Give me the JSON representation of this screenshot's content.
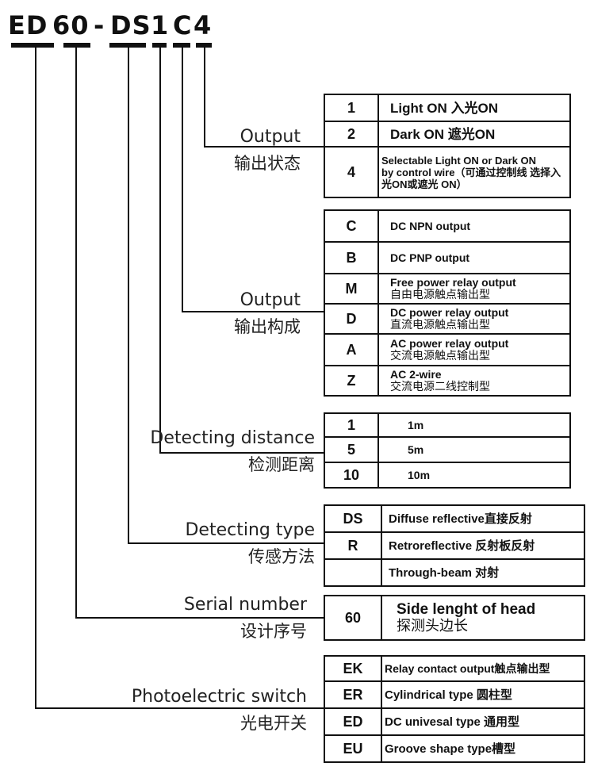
{
  "model_code": {
    "parts": [
      "ED",
      "60",
      "-",
      "DS",
      "1",
      "C",
      "4"
    ]
  },
  "groups": [
    {
      "id": "output-state",
      "label_en": "Output",
      "label_cn": "输出状态",
      "rows": [
        {
          "code": "1",
          "desc": "Light  ON  入光ON",
          "desc2": ""
        },
        {
          "code": "2",
          "desc": "Dark  ON   遮光ON",
          "desc2": ""
        },
        {
          "code": "4",
          "desc": "Selectable  Light ON or Dark ON",
          "desc2": "by control wire（可通过控制线 选择入光ON或遮光 ON）"
        }
      ]
    },
    {
      "id": "output-type",
      "label_en": "Output",
      "label_cn": "输出构成",
      "rows": [
        {
          "code": "C",
          "desc": "DC NPN output",
          "desc2": ""
        },
        {
          "code": "B",
          "desc": "DC PNP output",
          "desc2": ""
        },
        {
          "code": "M",
          "desc": "Free power relay output",
          "desc2": "自由电源触点输出型"
        },
        {
          "code": "D",
          "desc": "DC power relay output",
          "desc2": "直流电源触点输出型"
        },
        {
          "code": "A",
          "desc": "AC power relay output",
          "desc2": "交流电源触点输出型"
        },
        {
          "code": "Z",
          "desc": "AC 2-wire",
          "desc2": "交流电源二线控制型"
        }
      ]
    },
    {
      "id": "detecting-distance",
      "label_en": "Detecting distance",
      "label_cn": "检测距离",
      "rows": [
        {
          "code": "1",
          "desc": "1m",
          "desc2": ""
        },
        {
          "code": "5",
          "desc": "5m",
          "desc2": ""
        },
        {
          "code": "10",
          "desc": "10m",
          "desc2": ""
        }
      ]
    },
    {
      "id": "detecting-type",
      "label_en": "Detecting type",
      "label_cn": "传感方法",
      "rows": [
        {
          "code": "DS",
          "desc": "Diffuse reflective直接反射",
          "desc2": ""
        },
        {
          "code": "R",
          "desc": "Retroreflective  反射板反射",
          "desc2": ""
        },
        {
          "code": "",
          "desc": "Through-beam   对射",
          "desc2": ""
        }
      ]
    },
    {
      "id": "serial-number",
      "label_en": "Serial number",
      "label_cn": "设计序号",
      "rows": [
        {
          "code": "60",
          "desc": "Side lenght of head",
          "desc2": "探测头边长"
        }
      ]
    },
    {
      "id": "photoelectric-switch",
      "label_en": "Photoelectric switch",
      "label_cn": "光电开关",
      "rows": [
        {
          "code": "EK",
          "desc": "Relay contact output触点输出型",
          "desc2": ""
        },
        {
          "code": "ER",
          "desc": "Cylindrical type   圆柱型",
          "desc2": ""
        },
        {
          "code": "ED",
          "desc": "DC univesal type  通用型",
          "desc2": ""
        },
        {
          "code": "EU",
          "desc": "Groove shape type槽型",
          "desc2": ""
        }
      ]
    }
  ]
}
